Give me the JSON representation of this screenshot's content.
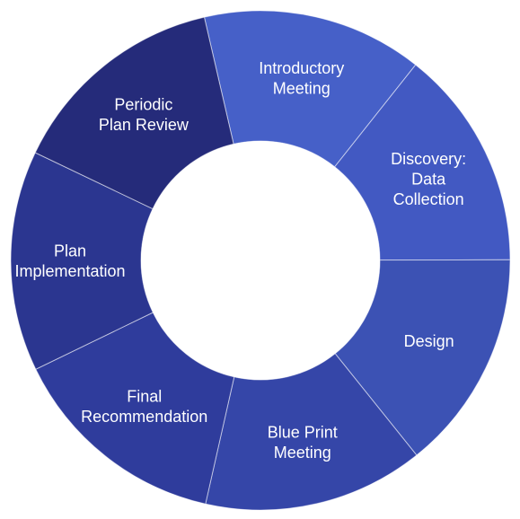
{
  "diagram": {
    "segments": [
      {
        "lines": [
          "Introductory",
          "Meeting"
        ],
        "color": "#4660c8"
      },
      {
        "lines": [
          "Discovery:",
          "Data",
          "Collection"
        ],
        "color": "#4259c2"
      },
      {
        "lines": [
          "Design"
        ],
        "color": "#3c52b4"
      },
      {
        "lines": [
          "Blue Print",
          "Meeting"
        ],
        "color": "#3546a8"
      },
      {
        "lines": [
          "Final",
          "Recommendation"
        ],
        "color": "#2f3c9c"
      },
      {
        "lines": [
          "Plan",
          "Implementation"
        ],
        "color": "#2b3690"
      },
      {
        "lines": [
          "Periodic",
          "Plan Review"
        ],
        "color": "#252b7a"
      }
    ]
  }
}
